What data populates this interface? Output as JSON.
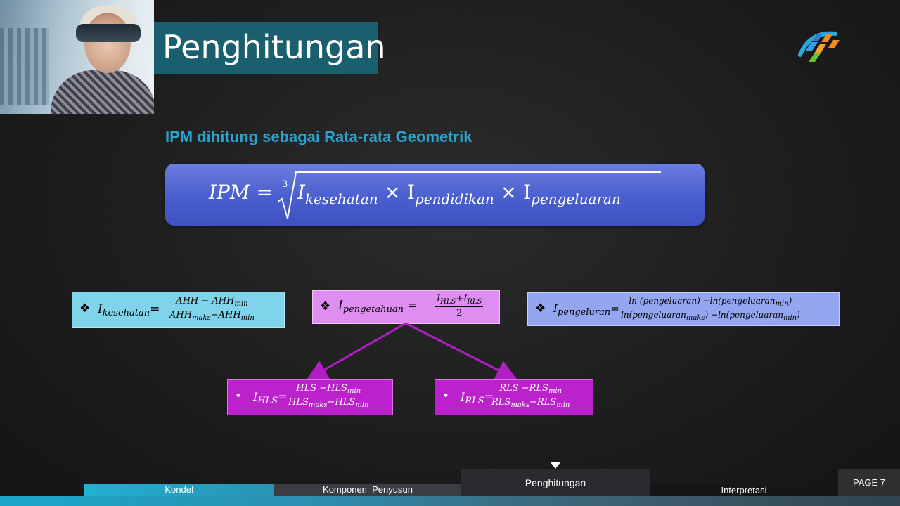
{
  "slide": {
    "title": "Penghitungan",
    "subtitle": "IPM dihitung sebagai Rata-rata Geometrik",
    "page_label": "PAGE 7"
  },
  "main_formula": {
    "lhs": "IPM =",
    "root_index": "3",
    "radicand": [
      "I",
      "kesehatan",
      "× I",
      "pendidikan",
      "× I",
      "pengeluaran"
    ]
  },
  "formulas": {
    "kesehatan": {
      "bullet": "❖",
      "lhs": "I",
      "lhs_sub": "kesehatan",
      "num": "AHH − AHH",
      "num_sub": "min",
      "den_a": "AHH",
      "den_a_sub": "maks",
      "den_b": "−AHH",
      "den_b_sub": "min"
    },
    "pengetahuan": {
      "bullet": "❖",
      "lhs": "I",
      "lhs_sub": "pengetahuan",
      "num_a": "I",
      "num_a_sub": "HLS",
      "num_b": "+I",
      "num_b_sub": "RLS",
      "den": "2"
    },
    "pengeluaran": {
      "bullet": "❖",
      "lhs": "I",
      "lhs_sub": "pengeluran",
      "num_a": "ln (pengeluaran) −ln(pengeluaran",
      "num_a_sub": "min",
      "num_b": ")",
      "den_a": "ln(pengeluaran",
      "den_a_sub": "maks",
      "den_b": ") −ln(pengeluaran",
      "den_b_sub": "min",
      "den_c": ")"
    },
    "hls": {
      "bullet": "•",
      "lhs": "I",
      "lhs_sub": "HLS",
      "num": "HLS −HLS",
      "num_sub": "min",
      "den_a": "HLS",
      "den_a_sub": "maks",
      "den_b": "−HLS",
      "den_b_sub": "min"
    },
    "rls": {
      "bullet": "•",
      "lhs": "I",
      "lhs_sub": "RLS",
      "num": "RLS −RLS",
      "num_sub": "min",
      "den_a": "RLS",
      "den_a_sub": "maks",
      "den_b": "−RLS",
      "den_b_sub": "min"
    }
  },
  "nav": {
    "items": [
      "Kondef",
      "Komponen  Penyusun",
      "Penghitungan",
      "Interpretasi"
    ],
    "active": "Penghitungan"
  },
  "colors": {
    "title_bg": "#1a5f6e",
    "subtitle": "#29a3cf",
    "main_eq": "#4a5fcf",
    "box_kesehatan": "#7fd3ea",
    "box_pengetahuan": "#dd8ef0",
    "box_pengeluaran": "#94a6f0",
    "box_hls_rls": "#bb22cc",
    "arrow": "#b01fc4"
  }
}
